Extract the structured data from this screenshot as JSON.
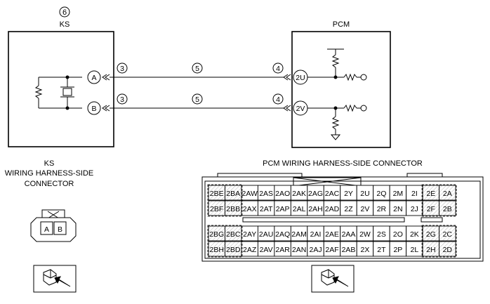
{
  "ks": {
    "callout": "6",
    "title": "KS",
    "terminals": [
      "A",
      "B"
    ],
    "caption_lines": [
      "KS",
      "WIRING HARNESS-SIDE",
      "CONNECTOR"
    ],
    "connector_pins": [
      "A",
      "B"
    ]
  },
  "pcm": {
    "title": "PCM",
    "terminals": [
      "2U",
      "2V"
    ],
    "caption": "PCM WIRING HARNESS-SIDE CONNECTOR"
  },
  "wire_callouts": [
    "3",
    "5",
    "4"
  ],
  "pcm_connector": {
    "left_block": [
      [
        "2BE",
        "2BA",
        "2AW",
        "2AS",
        "2AO",
        "2AK",
        "2AG",
        "2AC",
        "2Y",
        "2U",
        "2Q",
        "2M",
        "2I",
        "2E",
        "2A"
      ],
      [
        "2BF",
        "2BB",
        "2AX",
        "2AT",
        "2AP",
        "2AL",
        "2AH",
        "2AD",
        "2Z",
        "2V",
        "2R",
        "2N",
        "2J",
        "2F",
        "2B"
      ]
    ],
    "right_block": [
      [
        "2BG",
        "2BC",
        "2AY",
        "2AU",
        "2AQ",
        "2AM",
        "2AI",
        "2AE",
        "2AA",
        "2W",
        "2S",
        "2O",
        "2K",
        "2G",
        "2C"
      ],
      [
        "2BH",
        "2BD",
        "2AZ",
        "2AV",
        "2AR",
        "2AN",
        "2AJ",
        "2AF",
        "2AB",
        "2X",
        "2T",
        "2P",
        "2L",
        "2H",
        "2D"
      ]
    ]
  }
}
